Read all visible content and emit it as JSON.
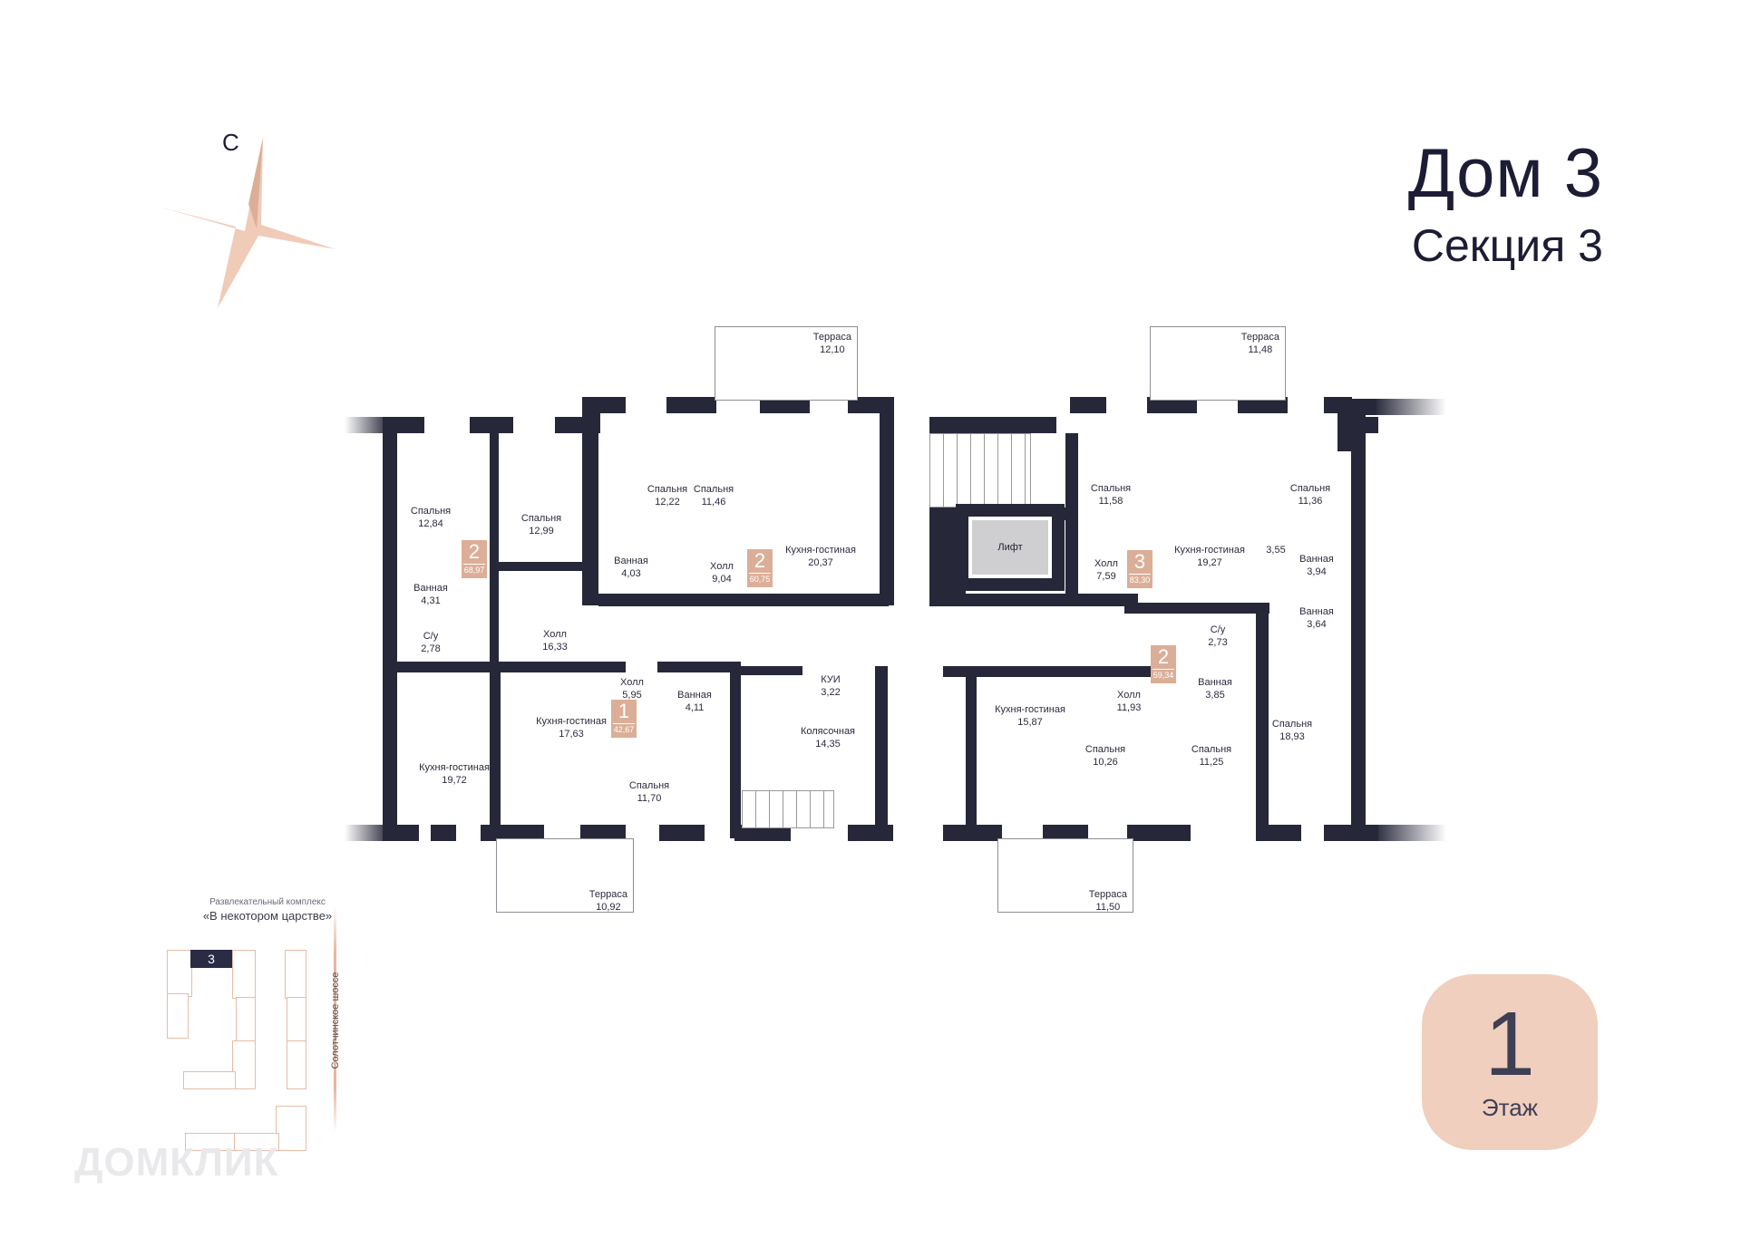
{
  "header": {
    "house": "Дом 3",
    "section": "Секция 3"
  },
  "compass": {
    "north_label": "С",
    "icon": "compass-star-icon",
    "color": "#f0cbb8"
  },
  "floor_card": {
    "number": "1",
    "label": "Этаж",
    "background": "#f1cfbe"
  },
  "apartments": [
    {
      "rooms": "2",
      "area": "68,97"
    },
    {
      "rooms": "2",
      "area": "60,75"
    },
    {
      "rooms": "3",
      "area": "83,30"
    },
    {
      "rooms": "1",
      "area": "42,67"
    },
    {
      "rooms": "2",
      "area": "59,34"
    }
  ],
  "rooms": {
    "a1_bed1": {
      "name": "Спальня",
      "area": "12,84"
    },
    "a1_bed2": {
      "name": "Спальня",
      "area": "12,99"
    },
    "a1_bath": {
      "name": "Ванная",
      "area": "4,31"
    },
    "a1_wc": {
      "name": "С/у",
      "area": "2,78"
    },
    "a1_hall": {
      "name": "Холл",
      "area": "16,33"
    },
    "a1_kitchen": {
      "name": "Кухня-гостиная",
      "area": "19,72"
    },
    "a2_bed1": {
      "name": "Спальня",
      "area": "12,22"
    },
    "a2_bed2": {
      "name": "Спальня",
      "area": "11,46"
    },
    "a2_bath": {
      "name": "Ванная",
      "area": "4,03"
    },
    "a2_hall": {
      "name": "Холл",
      "area": "9,04"
    },
    "a2_kitchen": {
      "name": "Кухня-гостиная",
      "area": "20,37"
    },
    "a3_bed1": {
      "name": "Спальня",
      "area": "11,58"
    },
    "a3_bed2": {
      "name": "Спальня",
      "area": "11,36"
    },
    "a3_hall": {
      "name": "Холл",
      "area": "7,59"
    },
    "a3_kitchen": {
      "name": "Кухня-гостиная",
      "area": "19,27"
    },
    "a3_extra": {
      "name": "",
      "area": "3,55"
    },
    "a3_bath1": {
      "name": "Ванная",
      "area": "3,94"
    },
    "a3_bath2": {
      "name": "Ванная",
      "area": "3,64"
    },
    "a3_bed3": {
      "name": "Спальня",
      "area": "18,93"
    },
    "a4_hall": {
      "name": "Холл",
      "area": "5,95"
    },
    "a4_bath": {
      "name": "Ванная",
      "area": "4,11"
    },
    "a4_kitchen": {
      "name": "Кухня-гостиная",
      "area": "17,63"
    },
    "a4_bed": {
      "name": "Спальня",
      "area": "11,70"
    },
    "kui": {
      "name": "КУИ",
      "area": "3,22"
    },
    "stroller": {
      "name": "Колясочная",
      "area": "14,35"
    },
    "a5_kitchen": {
      "name": "Кухня-гостиная",
      "area": "15,87"
    },
    "a5_hall": {
      "name": "Холл",
      "area": "11,93"
    },
    "a5_wc": {
      "name": "С/у",
      "area": "2,73"
    },
    "a5_bath": {
      "name": "Ванная",
      "area": "3,85"
    },
    "a5_bed1": {
      "name": "Спальня",
      "area": "10,26"
    },
    "a5_bed2": {
      "name": "Спальня",
      "area": "11,25"
    },
    "lift": {
      "name": "Лифт"
    }
  },
  "terraces": [
    {
      "name": "Терраса",
      "area": "12,10"
    },
    {
      "name": "Терраса",
      "area": "11,48"
    },
    {
      "name": "Терраса",
      "area": "10,92"
    },
    {
      "name": "Терраса",
      "area": "11,50"
    }
  ],
  "site_plan": {
    "landmark_line1": "Развлекательный комплекс",
    "landmark_line2": "«В некотором царстве»",
    "road": "Солотчинское шоссе",
    "highlighted_building": "3",
    "highlight_color": "#2a2b44",
    "outline_color": "#e8bca6"
  },
  "watermark": "ДОМКЛИК"
}
